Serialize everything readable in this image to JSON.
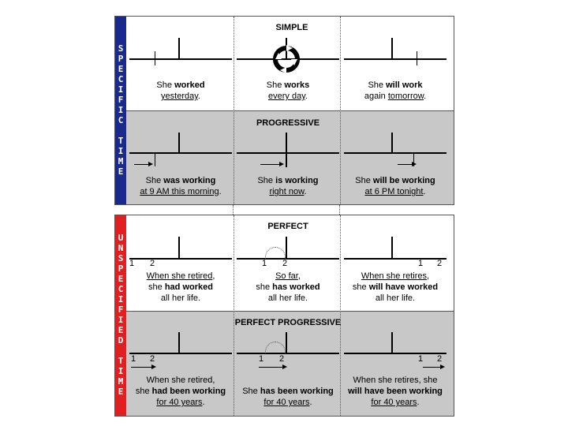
{
  "specific": {
    "side_label": [
      "S",
      "P",
      "E",
      "C",
      "I",
      "F",
      "I",
      "C",
      " ",
      "T",
      "I",
      "M",
      "E"
    ],
    "side_color": "#1a2a8c",
    "simple": {
      "title": "SIMPLE",
      "past": {
        "pre": "She ",
        "verb": "worked",
        "post": "",
        "time": "yesterday",
        "end": "."
      },
      "present": {
        "pre": "She ",
        "verb": "works",
        "post": "",
        "time": "every day",
        "end": "."
      },
      "future": {
        "pre": "She ",
        "verb": "will work",
        "post": "",
        "line2": "again ",
        "time": "tomorrow",
        "end": "."
      }
    },
    "progressive": {
      "title": "PROGRESSIVE",
      "past": {
        "pre": "She ",
        "verb": "was working",
        "time": "at 9 AM this morning",
        "end": "."
      },
      "present": {
        "pre": "She ",
        "verb": "is working",
        "time": "right now",
        "end": "."
      },
      "future": {
        "pre": "She ",
        "verb": "will be working",
        "time": "at 6 PM tonight",
        "end": "."
      }
    }
  },
  "unspecified": {
    "side_label": [
      "U",
      "N",
      "S",
      "P",
      "E",
      "C",
      "I",
      "F",
      "I",
      "E",
      "D",
      " ",
      "T",
      "I",
      "M",
      "E"
    ],
    "side_color": "#e02020",
    "perfect": {
      "title": "PERFECT",
      "n1": "1",
      "n2": "2",
      "past": {
        "l1": "When she retired",
        "l1end": ",",
        "l2pre": "she ",
        "verb": "had worked",
        "l3": "all her life."
      },
      "present": {
        "l1": "So far",
        "l1end": ",",
        "l2pre": "she ",
        "verb": "has worked",
        "l3": "all her life."
      },
      "future": {
        "l1": "When she retires",
        "l1end": ",",
        "l2pre": "she ",
        "verb": "will have worked",
        "l3": "all her life."
      }
    },
    "perfect_progressive": {
      "title": "PERFECT PROGRESSIVE",
      "n1": "1",
      "n2": "2",
      "past": {
        "l1": "When she retired,",
        "l2pre": "she ",
        "verb": "had been working",
        "time": "for 40 years",
        "end": "."
      },
      "present": {
        "l2pre": "She ",
        "verb": "has been working",
        "time": "for 40 years",
        "end": "."
      },
      "future": {
        "l1": "When she retires, she",
        "verb": "will have been working",
        "time": "for 40 years",
        "end": "."
      }
    }
  }
}
